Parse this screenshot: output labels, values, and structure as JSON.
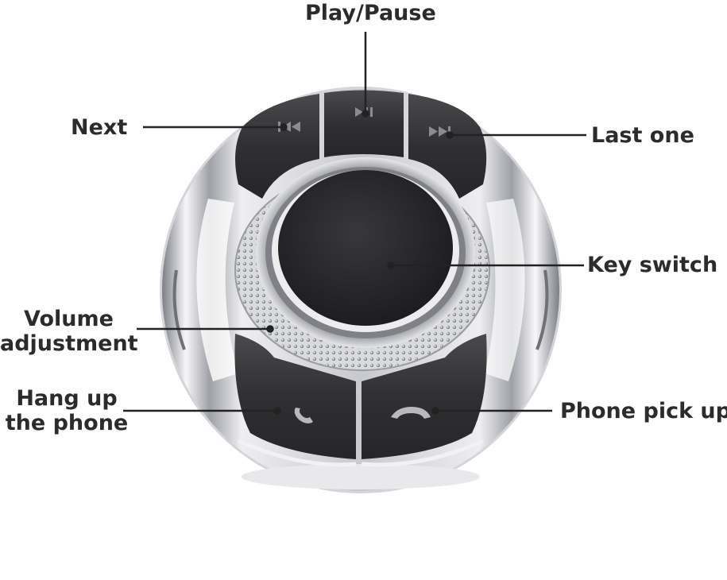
{
  "labels": {
    "play_pause": "Play/Pause",
    "next": "Next",
    "last_one": "Last one",
    "key_switch": "Key switch",
    "volume_line1": "Volume",
    "volume_line2": "adjustment",
    "hangup_line1": "Hang up",
    "hangup_line2": "the phone",
    "pickup": "Phone pick up"
  },
  "icons": {
    "play_pause": "play-pause-icon",
    "next": "previous-track-icon",
    "last_one": "next-track-icon",
    "hang_up": "phone-icon",
    "pick_up": "phone-hangup-icon"
  },
  "colors": {
    "label_text": "#2b2b2b",
    "leader_line": "#222222",
    "button_dark": "#2e2e30",
    "chrome_light": "#f4f4f6",
    "chrome_dark": "#8a8c92",
    "knob": "#262628"
  }
}
